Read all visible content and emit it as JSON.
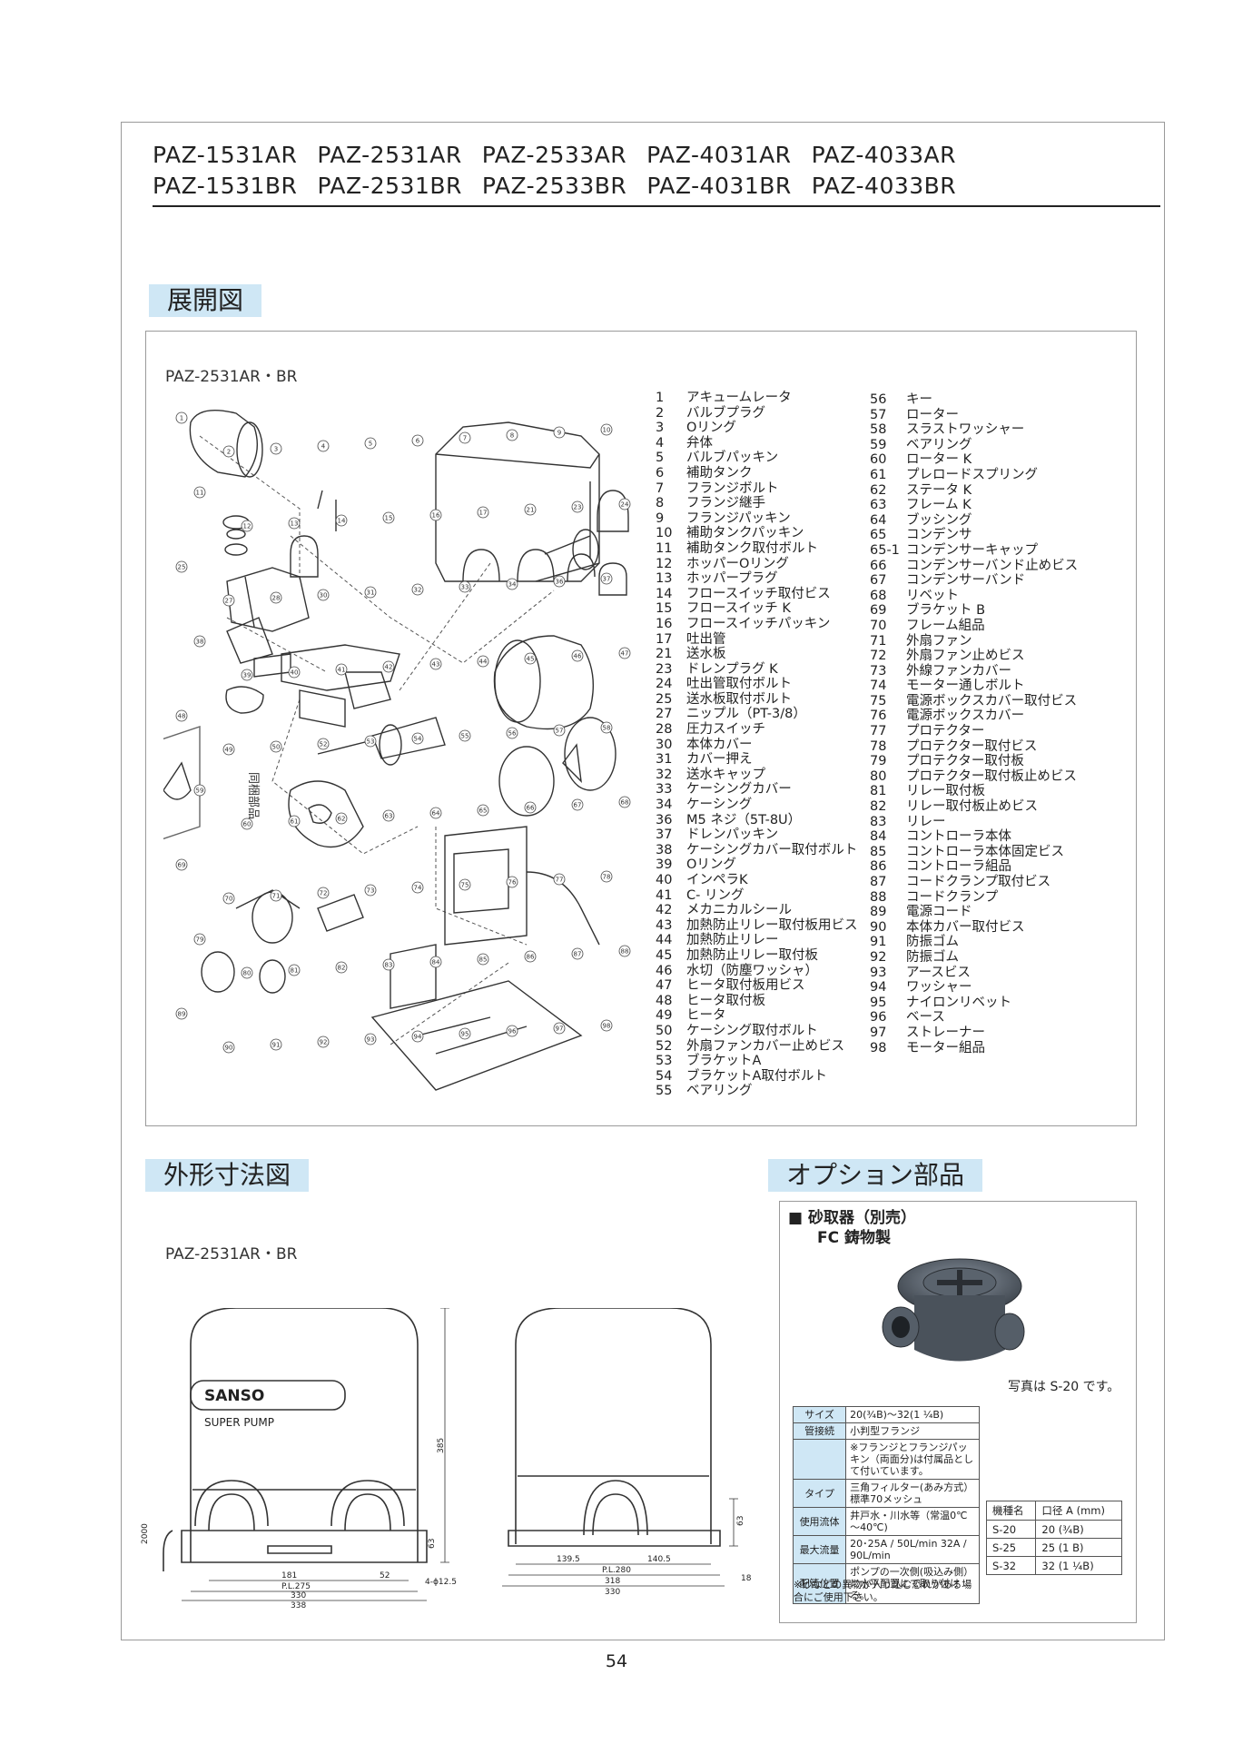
{
  "models": {
    "row1": [
      "PAZ-1531AR",
      "PAZ-2531AR",
      "PAZ-2533AR",
      "PAZ-4031AR",
      "PAZ-4033AR"
    ],
    "row2": [
      "PAZ-1531BR",
      "PAZ-2531BR",
      "PAZ-2533BR",
      "PAZ-4031BR",
      "PAZ-4033BR"
    ]
  },
  "exploded": {
    "title": "展開図",
    "model": "PAZ-2531AR・BR",
    "side_label": "同梱部品",
    "parts_left": [
      [
        "1",
        "アキュームレータ"
      ],
      [
        "2",
        "バルブプラグ"
      ],
      [
        "3",
        "Oリング"
      ],
      [
        "4",
        "弁体"
      ],
      [
        "5",
        "バルブパッキン"
      ],
      [
        "6",
        "補助タンク"
      ],
      [
        "7",
        "フランジボルト"
      ],
      [
        "8",
        "フランジ継手"
      ],
      [
        "9",
        "フランジパッキン"
      ],
      [
        "10",
        "補助タンクパッキン"
      ],
      [
        "11",
        "補助タンク取付ボルト"
      ],
      [
        "12",
        "ホッパーOリング"
      ],
      [
        "13",
        "ホッパープラグ"
      ],
      [
        "14",
        "フロースイッチ取付ビス"
      ],
      [
        "15",
        "フロースイッチ K"
      ],
      [
        "16",
        "フロースイッチパッキン"
      ],
      [
        "17",
        "吐出管"
      ],
      [
        "21",
        "送水板"
      ],
      [
        "23",
        "ドレンプラグ K"
      ],
      [
        "24",
        "吐出管取付ボルト"
      ],
      [
        "25",
        "送水板取付ボルト"
      ],
      [
        "27",
        "ニップル（PT-3/8）"
      ],
      [
        "28",
        "圧力スイッチ"
      ],
      [
        "30",
        "本体カバー"
      ],
      [
        "31",
        "カバー押え"
      ],
      [
        "32",
        "送水キャップ"
      ],
      [
        "33",
        "ケーシングカバー"
      ],
      [
        "34",
        "ケーシング"
      ],
      [
        "36",
        "M5 ネジ（5T-8U）"
      ],
      [
        "37",
        "ドレンパッキン"
      ],
      [
        "38",
        "ケーシングカバー取付ボルト"
      ],
      [
        "39",
        "Oリング"
      ],
      [
        "40",
        "インペラK"
      ],
      [
        "41",
        "C- リング"
      ],
      [
        "42",
        "メカニカルシール"
      ],
      [
        "43",
        "加熱防止リレー取付板用ビス"
      ],
      [
        "44",
        "加熱防止リレー"
      ],
      [
        "45",
        "加熱防止リレー取付板"
      ],
      [
        "46",
        "水切（防塵ワッシャ）"
      ],
      [
        "47",
        "ヒータ取付板用ビス"
      ],
      [
        "48",
        "ヒータ取付板"
      ],
      [
        "49",
        "ヒータ"
      ],
      [
        "50",
        "ケーシング取付ボルト"
      ],
      [
        "52",
        "外扇ファンカバー止めビス"
      ],
      [
        "53",
        "ブラケットA"
      ],
      [
        "54",
        "ブラケットA取付ボルト"
      ],
      [
        "55",
        "ベアリング"
      ]
    ],
    "parts_right": [
      [
        "56",
        "キー"
      ],
      [
        "57",
        "ローター"
      ],
      [
        "58",
        "スラストワッシャー"
      ],
      [
        "59",
        "ベアリング"
      ],
      [
        "60",
        "ローター K"
      ],
      [
        "61",
        "プレロードスプリング"
      ],
      [
        "62",
        "ステータ K"
      ],
      [
        "63",
        "フレーム K"
      ],
      [
        "64",
        "ブッシング"
      ],
      [
        "65",
        "コンデンサ"
      ],
      [
        "65-1",
        "コンデンサーキャップ"
      ],
      [
        "66",
        "コンデンサーバンド止めビス"
      ],
      [
        "67",
        "コンデンサーバンド"
      ],
      [
        "68",
        "リベット"
      ],
      [
        "69",
        "ブラケット B"
      ],
      [
        "70",
        "フレーム組品"
      ],
      [
        "71",
        "外扇ファン"
      ],
      [
        "72",
        "外扇ファン止めビス"
      ],
      [
        "73",
        "外線ファンカバー"
      ],
      [
        "74",
        "モーター通しボルト"
      ],
      [
        "75",
        "電源ボックスカバー取付ビス"
      ],
      [
        "76",
        "電源ボックスカバー"
      ],
      [
        "77",
        "プロテクター"
      ],
      [
        "78",
        "プロテクター取付ビス"
      ],
      [
        "79",
        "プロテクター取付板"
      ],
      [
        "80",
        "プロテクター取付板止めビス"
      ],
      [
        "81",
        "リレー取付板"
      ],
      [
        "82",
        "リレー取付板止めビス"
      ],
      [
        "83",
        "リレー"
      ],
      [
        "84",
        "コントローラ本体"
      ],
      [
        "85",
        "コントローラ本体固定ビス"
      ],
      [
        "86",
        "コントローラ組品"
      ],
      [
        "87",
        "コードクランプ取付ビス"
      ],
      [
        "88",
        "コードクランプ"
      ],
      [
        "89",
        "電源コード"
      ],
      [
        "90",
        "本体カバー取付ビス"
      ],
      [
        "91",
        "防振ゴム"
      ],
      [
        "92",
        "防振ゴム"
      ],
      [
        "93",
        "アースビス"
      ],
      [
        "94",
        "ワッシャー"
      ],
      [
        "95",
        "ナイロンリベット"
      ],
      [
        "96",
        "ベース"
      ],
      [
        "97",
        "ストレーナー"
      ],
      [
        "98",
        "モーター組品"
      ]
    ],
    "callouts": [
      "1",
      "2",
      "3",
      "4",
      "5",
      "6",
      "7",
      "8",
      "9",
      "10",
      "11",
      "12",
      "13",
      "14",
      "15",
      "16",
      "17",
      "21",
      "23",
      "24",
      "25",
      "27",
      "28",
      "30",
      "31",
      "32",
      "33",
      "34",
      "36",
      "37",
      "38",
      "39",
      "40",
      "41",
      "42",
      "43",
      "44",
      "45",
      "46",
      "47",
      "48",
      "49",
      "50",
      "52",
      "53",
      "54",
      "55",
      "56",
      "57",
      "58",
      "59",
      "60",
      "61",
      "62",
      "63",
      "64",
      "65",
      "66",
      "67",
      "68",
      "69",
      "70",
      "71",
      "72",
      "73",
      "74",
      "75",
      "76",
      "77",
      "78",
      "79",
      "80",
      "81",
      "82",
      "83",
      "84",
      "85",
      "86",
      "87",
      "88",
      "89",
      "90",
      "91",
      "92",
      "93",
      "94",
      "95",
      "96",
      "97",
      "98"
    ]
  },
  "dimension": {
    "title": "外形寸法図",
    "model": "PAZ-2531AR・BR",
    "brand": "SANSO",
    "brand_sub": "SUPER PUMP",
    "front": {
      "d181": "181",
      "d52": "52",
      "pl275": "P.L.275",
      "d330": "330",
      "d338": "338",
      "h385": "385",
      "h63": "63",
      "cord": "2000",
      "hole": "4-ϕ12.5"
    },
    "side": {
      "d1395": "139.5",
      "d1405": "140.5",
      "pl280": "P.L.280",
      "d318": "318",
      "d330": "330",
      "h63": "63",
      "d18": "18"
    }
  },
  "option": {
    "title": "オプション部品",
    "head1": "■ 砂取器（別売）",
    "head2": "FC 鋳物製",
    "photo_caption": "写真は S-20 です。",
    "spec": [
      [
        "サイズ",
        "20(¾B)～32(1 ¼B)"
      ],
      [
        "管接続",
        "小判型フランジ"
      ],
      [
        "",
        "※フランジとフランジパッキン（両面分)は付属品として付いています。"
      ],
      [
        "タイプ",
        "三角フィルター(あみ方式）標準70メッシュ"
      ],
      [
        "使用流体",
        "井戸水・川水等（常温0℃～40℃)"
      ],
      [
        "最大流量",
        "20･25A / 50L/min 32A / 90L/min"
      ],
      [
        "配管位置",
        "ポンプの一次側(吸込み側）に水平配置にて取り付ける。"
      ]
    ],
    "size_head": [
      "機種名",
      "口径 A (mm)"
    ],
    "sizes": [
      [
        "S-20",
        "20 (¾B)"
      ],
      [
        "S-25",
        "25 (1 B)"
      ],
      [
        "S-32",
        "32 (1 ¼B)"
      ]
    ],
    "note": "※砂などの異物が入り込む恐れがある場合にご使用下さい。"
  },
  "page_number": "54"
}
